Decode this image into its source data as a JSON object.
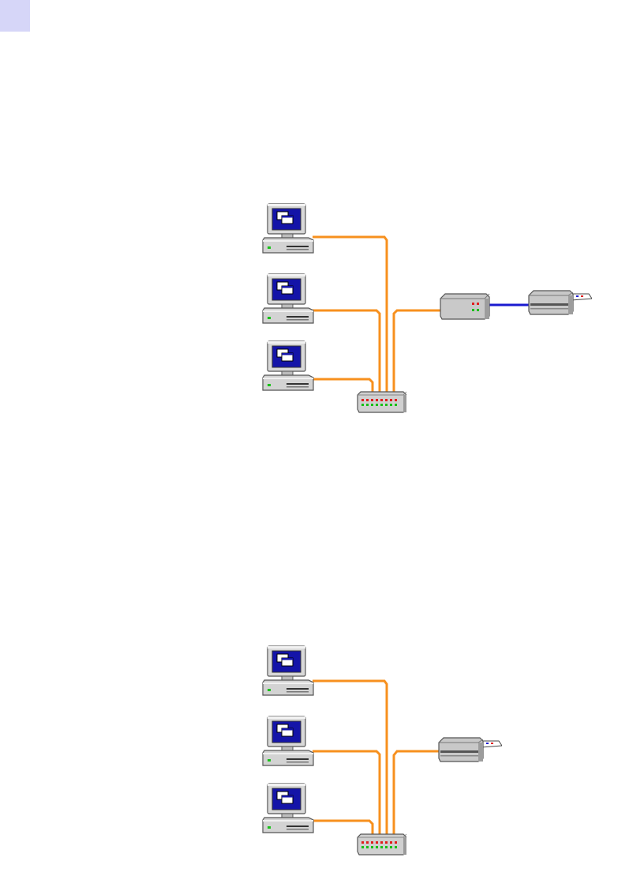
{
  "corner_marker": {
    "color": "#d6d6f8"
  },
  "colors": {
    "ethernet_cable": "#f7901e",
    "serial_cable": "#1a1ad0",
    "monitor_screen": "#1414a8",
    "device_body": "#c9c9c9"
  },
  "diagrams": [
    {
      "id": "network-with-print-server",
      "nodes": [
        {
          "icon": "computer-icon"
        },
        {
          "icon": "computer-icon"
        },
        {
          "icon": "computer-icon"
        },
        {
          "icon": "hub-icon"
        },
        {
          "icon": "print-server-icon"
        },
        {
          "icon": "printer-icon"
        }
      ],
      "links": [
        {
          "from": "computer-1",
          "to": "hub",
          "type": "ethernet"
        },
        {
          "from": "computer-2",
          "to": "hub",
          "type": "ethernet"
        },
        {
          "from": "computer-3",
          "to": "hub",
          "type": "ethernet"
        },
        {
          "from": "hub",
          "to": "print-server",
          "type": "ethernet"
        },
        {
          "from": "print-server",
          "to": "printer",
          "type": "serial"
        }
      ]
    },
    {
      "id": "network-with-network-printer",
      "nodes": [
        {
          "icon": "computer-icon"
        },
        {
          "icon": "computer-icon"
        },
        {
          "icon": "computer-icon"
        },
        {
          "icon": "hub-icon"
        },
        {
          "icon": "printer-icon"
        }
      ],
      "links": [
        {
          "from": "computer-1",
          "to": "hub",
          "type": "ethernet"
        },
        {
          "from": "computer-2",
          "to": "hub",
          "type": "ethernet"
        },
        {
          "from": "computer-3",
          "to": "hub",
          "type": "ethernet"
        },
        {
          "from": "hub",
          "to": "printer",
          "type": "ethernet"
        }
      ]
    }
  ]
}
